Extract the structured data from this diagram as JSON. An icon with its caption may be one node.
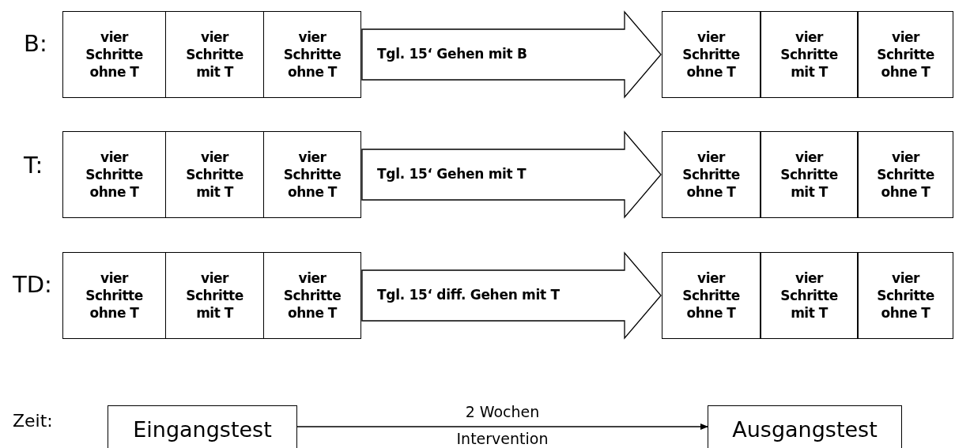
{
  "diagram": {
    "nodes": [
      {
        "text": [
          "vier Schritte ohne T"
        ]
      },
      {
        "text": [
          "vier Schritte mit T"
        ]
      },
      {
        "text": [
          "vier Schritte ohne T"
        ]
      },
      {
        "text": [
          "vier Schritte ohne T"
        ]
      },
      {
        "text": [
          "vier Schritte mit T"
        ]
      },
      {
        "text": [
          "vier Schritte ohne T"
        ]
      },
      {
        "text": [
          "vier Schritte ohne T"
        ]
      },
      {
        "text": [
          "vier Schritte mit T"
        ]
      },
      {
        "text": [
          "vier Schritte ohne T"
        ]
      },
      {
        "text": [
          "vier Schritte ohne T"
        ]
      },
      {
        "text": [
          "vier Schritte mit T"
        ]
      },
      {
        "text": [
          "vier Schritte ohne T"
        ]
      },
      {
        "text": [
          "vier Schritte ohne T"
        ]
      },
      {
        "text": [
          "vier Schritte mit T"
        ]
      },
      {
        "text": [
          "vier Schritte ohne T"
        ]
      },
      {
        "text": [
          "vier Schritte ohne T"
        ]
      },
      {
        "text": [
          "vier Schritte mit T"
        ]
      },
      {
        "text": [
          "vier Schritte ohne T"
        ]
      },
      {
        "text": [
          "Eingangstest"
        ]
      },
      {
        "text": [
          "Ausgangstest"
        ]
      }
    ],
    "edges": [
      {
        "from": 2,
        "to": 3,
        "arrow": "to",
        "label": "Tgl. 15‘ Gehen mit B",
        "style": "thick"
      },
      {
        "from": 8,
        "to": 9,
        "arrow": "to",
        "label": "Tgl. 15‘ Gehen mit T",
        "style": "thick"
      },
      {
        "from": 14,
        "to": 15,
        "arrow": "to",
        "label": "Tgl. 15‘ diff. Gehen mit T",
        "style": "thick"
      },
      {
        "from": 18,
        "to": 19,
        "arrow": "to",
        "label": "2 Wochen Intervention"
      }
    ],
    "labels": [
      "B:",
      "T:",
      "TD:",
      "Zeit:"
    ]
  }
}
